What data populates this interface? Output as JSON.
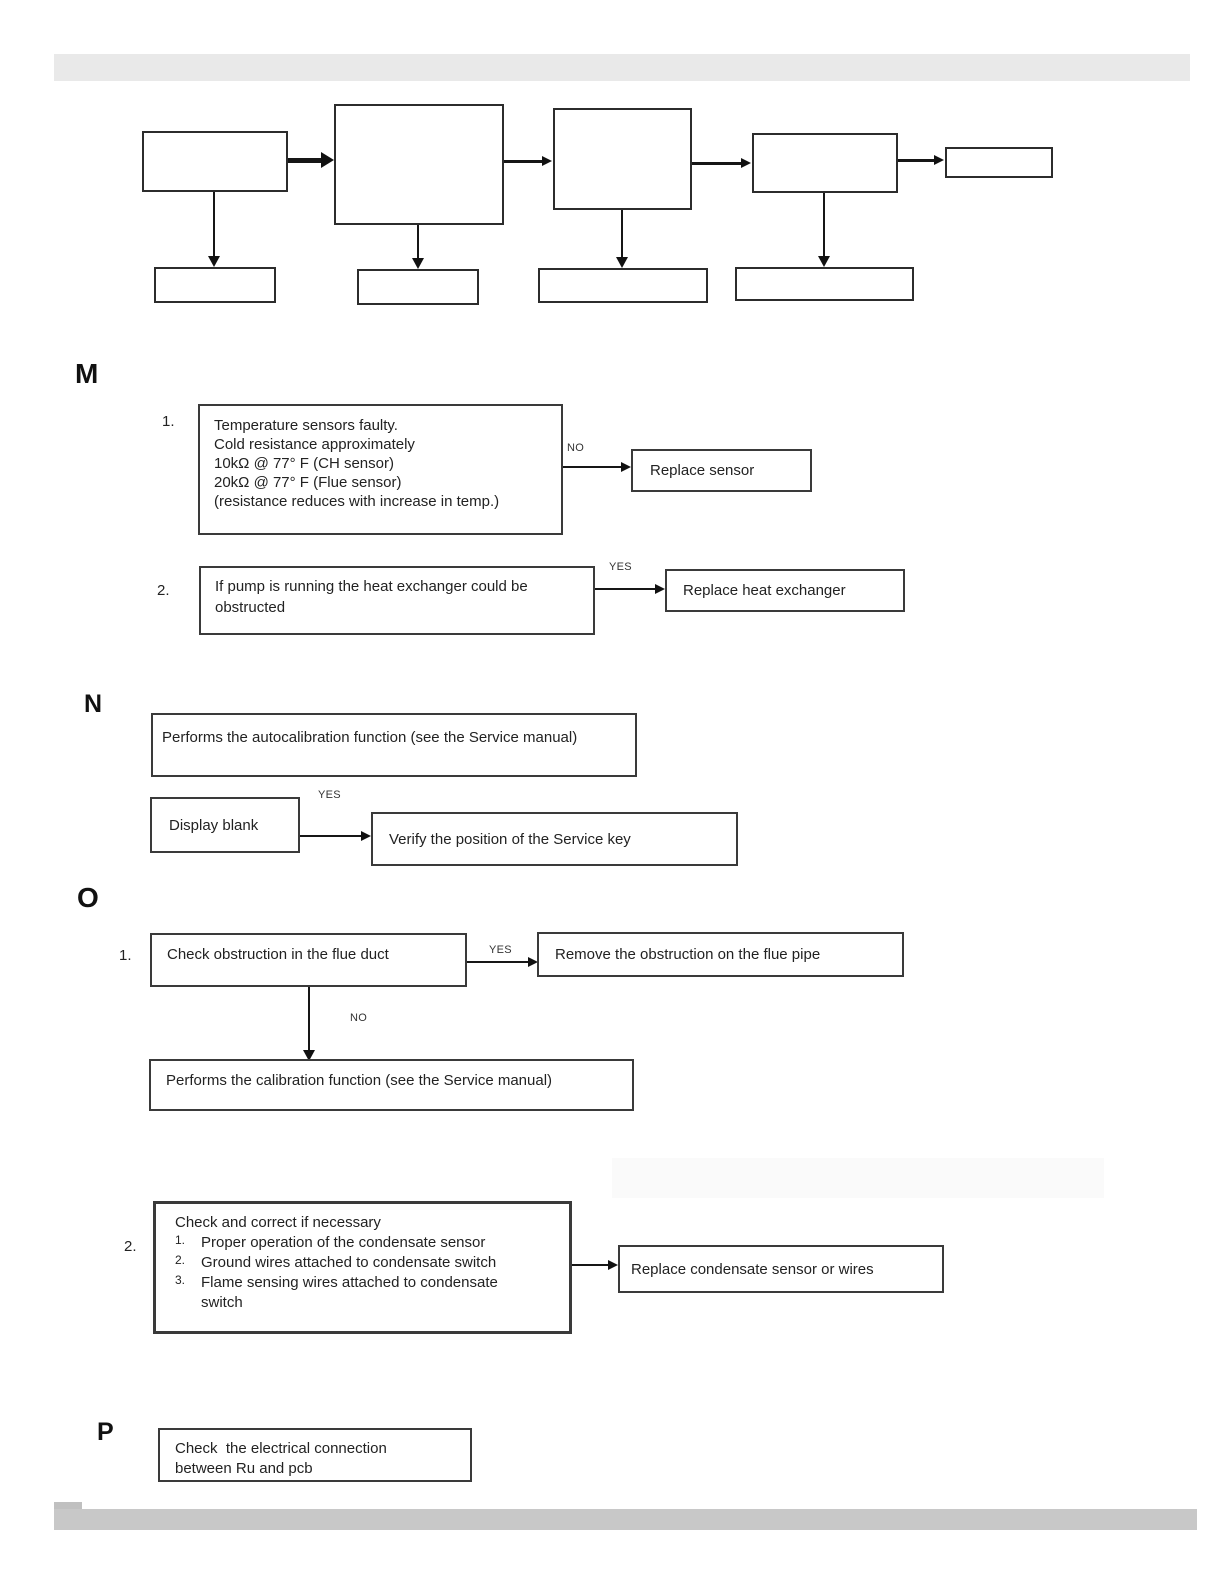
{
  "page": {
    "top_bar_color": "#e9e9e9",
    "bottom_bar_color": "#c8c8c8"
  },
  "sections": {
    "m": {
      "label": "M",
      "item1": {
        "number": "1.",
        "lines": [
          "Temperature sensors faulty.",
          "Cold resistance approximately",
          "10kΩ @ 77° F (CH sensor)",
          "20kΩ @ 77° F (Flue sensor)",
          "(resistance reduces with increase in temp.)"
        ],
        "connector": "NO",
        "result": "Replace sensor"
      },
      "item2": {
        "number": "2.",
        "text": "If pump is running the heat exchanger could be obstructed",
        "connector": "YES",
        "result": "Replace heat exchanger"
      }
    },
    "n": {
      "label": "N",
      "info": "Performs the autocalibration function (see the Service manual)",
      "decision": "Display blank",
      "connector": "YES",
      "result": "Verify the position of the Service key"
    },
    "o": {
      "label": "O",
      "item1": {
        "number": "1.",
        "decision": "Check obstruction in the flue duct",
        "yes_label": "YES",
        "yes_result": "Remove the obstruction on the flue pipe",
        "no_label": "NO",
        "no_result": "Performs the calibration function (see the Service manual)"
      },
      "item2": {
        "number": "2.",
        "title": "Check and correct if necessary",
        "checks": [
          {
            "num": "1.",
            "text": "Proper operation of the condensate sensor"
          },
          {
            "num": "2.",
            "text": "Ground wires attached to condensate switch"
          },
          {
            "num": "3.",
            "text": "Flame sensing wires attached to condensate switch"
          }
        ],
        "result": "Replace condensate sensor or wires"
      }
    },
    "p": {
      "label": "P",
      "lines": [
        "Check  the electrical connection",
        "between Ru and pcb"
      ]
    }
  }
}
